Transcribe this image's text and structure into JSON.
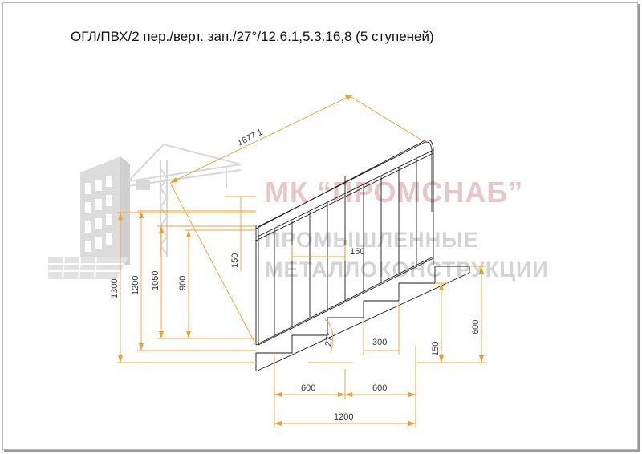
{
  "title": "ОГЛ/ПВХ/2 пер./верт. зап./27°/12.6.1,5.3.16,8 (5 ступеней)",
  "watermark": {
    "brand": "МК “ПРОМСНАБ”",
    "line1": "ПРОМЫШЛЕННЫЕ",
    "line2": "МЕТАЛЛОКОНСТРУКЦИИ"
  },
  "dimensions": {
    "railing_length": "1677,1",
    "height_1300": "1300",
    "height_1200": "1200",
    "height_1050": "1050",
    "height_900": "900",
    "handrail_offset": "150",
    "baluster_spacing": "150",
    "angle": "27°",
    "tread_depth": "300",
    "riser_height": "150",
    "landing_height": "600",
    "run_left": "600",
    "run_right": "600",
    "run_total": "1200"
  },
  "colors": {
    "dimension": "#f0a030",
    "drawing": "#1a1a1a",
    "watermark_red": "#e8c7c7",
    "watermark_grey": "#d4d4d4"
  }
}
